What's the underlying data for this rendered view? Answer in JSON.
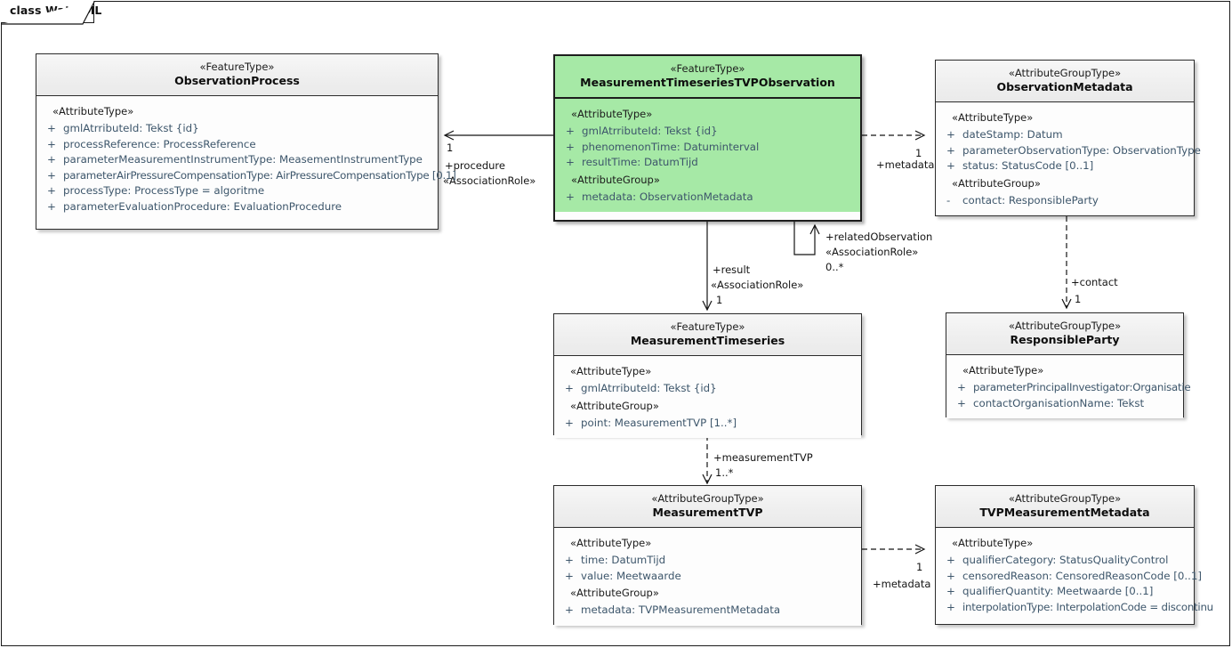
{
  "diagram": {
    "kind_label": "class WaterML",
    "title": "WaterML",
    "accent_green": "#a6e9a6",
    "attr_text_color": "#3d566b",
    "line_color": "#141414"
  },
  "classes": [
    {
      "id": "observation-process",
      "stereotype": "«FeatureType»",
      "name": "ObservationProcess",
      "highlighted": false,
      "compartments": [
        {
          "group": "«AttributeType»",
          "attributes": [
            {
              "visibility": "+",
              "text": "gmlAtrributeId: Tekst {id}"
            },
            {
              "visibility": "+",
              "text": "processReference: ProcessReference"
            },
            {
              "visibility": "+",
              "text": "parameterMeasurementInstrumentType: MeasementInstrumentType"
            },
            {
              "visibility": "+",
              "text": "parameterAirPressureCompensationType: AirPressureCompensationType [0.1]"
            },
            {
              "visibility": "+",
              "text": "processType: ProcessType = algoritme"
            },
            {
              "visibility": "+",
              "text": "parameterEvaluationProcedure: EvaluationProcedure"
            }
          ]
        }
      ]
    },
    {
      "id": "measurement-timeseries-tvp-observation",
      "stereotype": "«FeatureType»",
      "name": "MeasurementTimeseriesTVPObservation",
      "highlighted": true,
      "compartments": [
        {
          "group": "«AttributeType»",
          "attributes": [
            {
              "visibility": "+",
              "text": "gmlAtrributeId: Tekst {id}"
            },
            {
              "visibility": "+",
              "text": "phenomenonTime: Datuminterval"
            },
            {
              "visibility": "+",
              "text": "resultTime: DatumTijd"
            }
          ]
        },
        {
          "group": "«AttributeGroup»",
          "attributes": [
            {
              "visibility": "+",
              "text": "metadata: ObservationMetadata"
            }
          ]
        }
      ]
    },
    {
      "id": "observation-metadata",
      "stereotype": "«AttributeGroupType»",
      "name": "ObservationMetadata",
      "highlighted": false,
      "compartments": [
        {
          "group": "«AttributeType»",
          "attributes": [
            {
              "visibility": "+",
              "text": "dateStamp: Datum"
            },
            {
              "visibility": "+",
              "text": "parameterObservationType: ObservationType"
            },
            {
              "visibility": "+",
              "text": "status: StatusCode [0..1]"
            }
          ]
        },
        {
          "group": "«AttributeGroup»",
          "attributes": [
            {
              "visibility": "-",
              "text": "contact: ResponsibleParty"
            }
          ]
        }
      ]
    },
    {
      "id": "measurement-timeseries",
      "stereotype": "«FeatureType»",
      "name": "MeasurementTimeseries",
      "highlighted": false,
      "compartments": [
        {
          "group": "«AttributeType»",
          "attributes": [
            {
              "visibility": "+",
              "text": "gmlAtrributeId: Tekst {id}"
            }
          ]
        },
        {
          "group": "«AttributeGroup»",
          "attributes": [
            {
              "visibility": "+",
              "text": "point: MeasurementTVP [1..*]"
            }
          ]
        }
      ]
    },
    {
      "id": "responsible-party",
      "stereotype": "«AttributeGroupType»",
      "name": "ResponsibleParty",
      "highlighted": false,
      "compartments": [
        {
          "group": "«AttributeType»",
          "attributes": [
            {
              "visibility": "+",
              "text": "parameterPrincipalInvestigator:Organisatie"
            },
            {
              "visibility": "+",
              "text": "contactOrganisationName: Tekst"
            }
          ]
        }
      ]
    },
    {
      "id": "measurement-tvp",
      "stereotype": "«AttributeGroupType»",
      "name": "MeasurementTVP",
      "highlighted": false,
      "compartments": [
        {
          "group": "«AttributeType»",
          "attributes": [
            {
              "visibility": "+",
              "text": "time: DatumTijd"
            },
            {
              "visibility": "+",
              "text": "value: Meetwaarde"
            }
          ]
        },
        {
          "group": "«AttributeGroup»",
          "attributes": [
            {
              "visibility": "+",
              "text": "metadata: TVPMeasurementMetadata"
            }
          ]
        }
      ]
    },
    {
      "id": "tvp-measurement-metadata",
      "stereotype": "«AttributeGroupType»",
      "name": "TVPMeasurementMetadata",
      "highlighted": false,
      "compartments": [
        {
          "group": "«AttributeType»",
          "attributes": [
            {
              "visibility": "+",
              "text": "qualifierCategory: StatusQualityControl"
            },
            {
              "visibility": "+",
              "text": "censoredReason: CensoredReasonCode [0..1]"
            },
            {
              "visibility": "+",
              "text": "qualifierQuantity: Meetwaarde [0..1]"
            },
            {
              "visibility": "+",
              "text": "interpolationType: InterpolationCode = discontinu"
            }
          ]
        }
      ]
    }
  ],
  "connectors": [
    {
      "id": "procedure",
      "from": "measurement-timeseries-tvp-observation",
      "to": "observation-process",
      "role": "+procedure",
      "stereotype": "«AssociationRole»",
      "multiplicity": "1",
      "style": "solid"
    },
    {
      "id": "metadata-observation",
      "from": "measurement-timeseries-tvp-observation",
      "to": "observation-metadata",
      "role": "+metadata",
      "stereotype": "",
      "multiplicity": "1",
      "style": "dashed"
    },
    {
      "id": "related-observation",
      "from": "measurement-timeseries-tvp-observation",
      "to": "measurement-timeseries-tvp-observation",
      "role": "+relatedObservation",
      "stereotype": "«AssociationRole»",
      "multiplicity": "0..*",
      "style": "solid"
    },
    {
      "id": "result",
      "from": "measurement-timeseries-tvp-observation",
      "to": "measurement-timeseries",
      "role": "+result",
      "stereotype": "«AssociationRole»",
      "multiplicity": "1",
      "style": "solid"
    },
    {
      "id": "contact",
      "from": "observation-metadata",
      "to": "responsible-party",
      "role": "+contact",
      "stereotype": "",
      "multiplicity": "1",
      "style": "dashed"
    },
    {
      "id": "measurement-tvp-link",
      "from": "measurement-timeseries",
      "to": "measurement-tvp",
      "role": "+measurementTVP",
      "stereotype": "",
      "multiplicity": "1..*",
      "style": "dashed"
    },
    {
      "id": "metadata-tvp",
      "from": "measurement-tvp",
      "to": "tvp-measurement-metadata",
      "role": "+metadata",
      "stereotype": "",
      "multiplicity": "1",
      "style": "dashed"
    }
  ]
}
